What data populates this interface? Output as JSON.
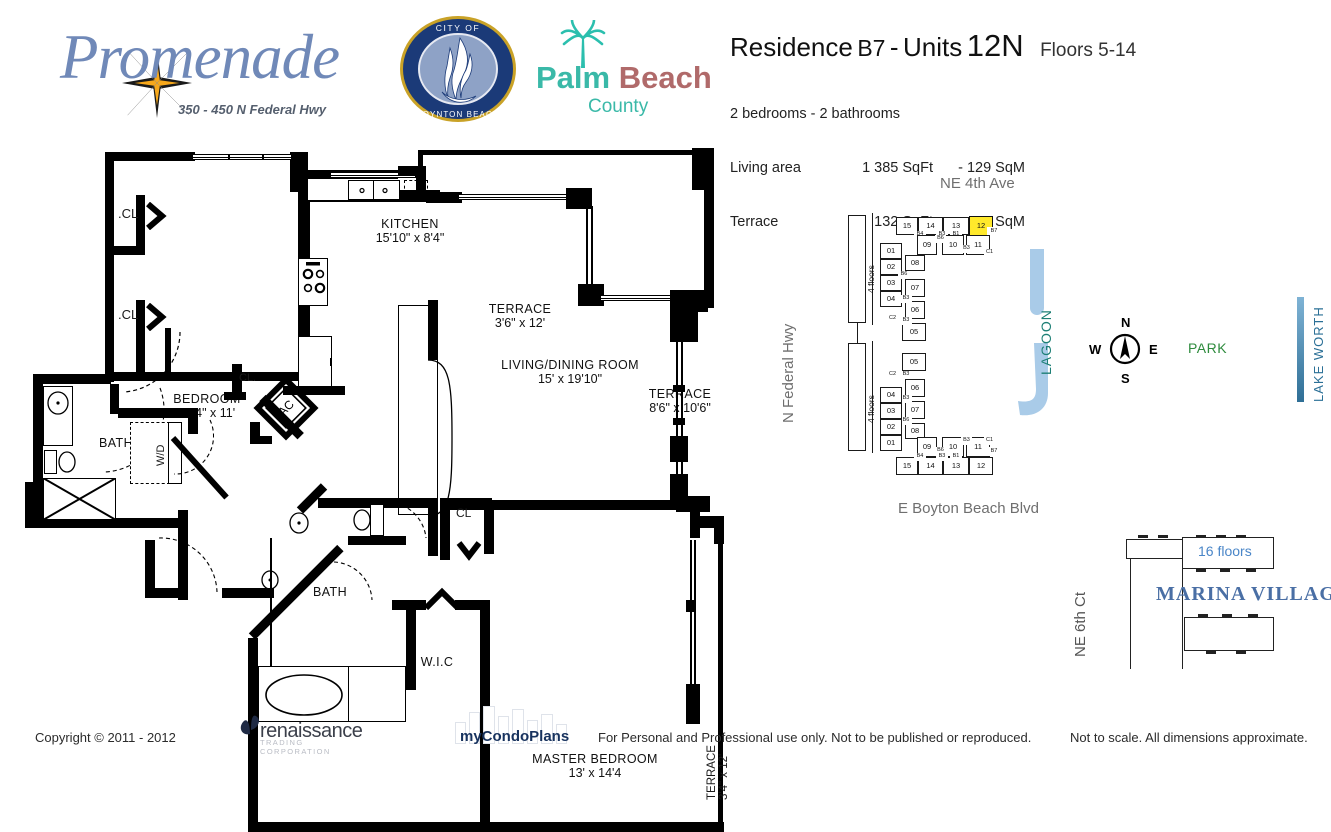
{
  "header": {
    "brand": {
      "name": "Promenade",
      "address": "350 - 450 N Federal Hwy"
    },
    "seal": {
      "top_text": "CITY OF",
      "bottom_text": "BOYNTON BEACH"
    },
    "county": {
      "palm": "Palm",
      "beach": "Beach",
      "county": "County"
    },
    "title": {
      "residence_label": "Residence",
      "residence_code": "B7",
      "separator": "-",
      "units_label": "Units",
      "units_value": "12N",
      "floors": "Floors 5-14"
    },
    "specs": {
      "rooms": "2 bedrooms - 2 bathrooms",
      "rows": [
        {
          "label": "Living area",
          "sqft": "1 385 SqFt",
          "sqm": "- 129 SqM"
        },
        {
          "label": "Terrace",
          "sqft": "132 SqFt",
          "sqm": "-  12 SqM"
        }
      ]
    }
  },
  "plan": {
    "rooms": [
      {
        "name": "BEDROOM",
        "dims": "14'4\" x 11'"
      },
      {
        "name": "KITCHEN",
        "dims": "15'10\" x 8'4\""
      },
      {
        "name": "LIVING/DINING ROOM",
        "dims": "15' x 19'10\""
      },
      {
        "name": "MASTER BEDROOM",
        "dims": "13' x 14'4"
      },
      {
        "name": "BATH",
        "dims": ""
      },
      {
        "name": "BATH",
        "dims": ""
      },
      {
        "name": "W.I.C",
        "dims": ""
      }
    ],
    "terraces": [
      {
        "name": "TERRACE",
        "dims": "3'6\" x 12'"
      },
      {
        "name": "TERRACE",
        "dims": "8'6\" x 10'6\""
      },
      {
        "name": "TERRACE",
        "dims": "3'4\" x 12'"
      }
    ],
    "closets": [
      ".CL",
      ".CL",
      "CL.",
      "CL",
      "AC",
      "W/D"
    ]
  },
  "sitemap": {
    "streets": {
      "top": "NE 4th Ave",
      "top_sup": "th",
      "left": "N Federal Hwy",
      "bottom": "E Boyton Beach Blvd"
    },
    "lagoon": "LAGOON",
    "floors_note": "4 floors",
    "north_block": {
      "top_row": [
        "15",
        "14",
        "13",
        "12"
      ],
      "top_row_codes": [
        "B4",
        "B3",
        "B1",
        "B7"
      ],
      "second_row": [
        "09",
        "10",
        "11"
      ],
      "second_row_codes": [
        "B6",
        "B3",
        "C1"
      ],
      "left_col": [
        "01",
        "02",
        "03",
        "04"
      ],
      "left_col_codes": [
        "A",
        "A2",
        "A2",
        "AJ"
      ],
      "inner_col": [
        "08",
        "07",
        "06",
        "05"
      ],
      "inner_col_codes": [
        "B6",
        "B3",
        "B3",
        "C2"
      ],
      "highlight_unit": "12",
      "highlight_code": "B7"
    },
    "south_block": {
      "inner_col": [
        "05",
        "06",
        "07",
        "08"
      ],
      "inner_col_codes": [
        "B3",
        "B3",
        "B6",
        "B6"
      ],
      "left_col": [
        "04",
        "03",
        "02",
        "01"
      ],
      "bottom_row": [
        "15",
        "14",
        "13",
        "12"
      ],
      "bottom_row_codes": [
        "B4",
        "B3",
        "B1",
        "B7"
      ],
      "second_row": [
        "09",
        "10",
        "11"
      ],
      "second_row_codes": [
        "B6",
        "B3",
        "C1"
      ]
    }
  },
  "compass": {
    "n": "N",
    "e": "E",
    "s": "S",
    "w": "W"
  },
  "park": "PARK",
  "lake": "LAKE WORTH",
  "marina": {
    "title": "MARINA VILLAGE",
    "floors": "16 floors",
    "street": "NE 6th Ct",
    "street_sup": "th"
  },
  "footer": {
    "copyright": "Copyright © 2011 - 2012",
    "renaissance": {
      "name": "renaissance",
      "sub": "TRADING CORPORATION"
    },
    "mycondoplans": "myCondoPlans",
    "usage": "For Personal and Professional use only.  Not to be published or reproduced.",
    "scale": "Not to scale.  All dimensions approximate."
  },
  "colors": {
    "brand_blue": "#7089b8",
    "teal": "#3ab9a8",
    "rose": "#b06a6a",
    "lagoon": "#1d7f75",
    "park_green": "#2e8b3d",
    "lake_blue": "#2a6f96",
    "highlight_yellow": "#ffe92b",
    "marina_blue": "#4a6fa5"
  }
}
